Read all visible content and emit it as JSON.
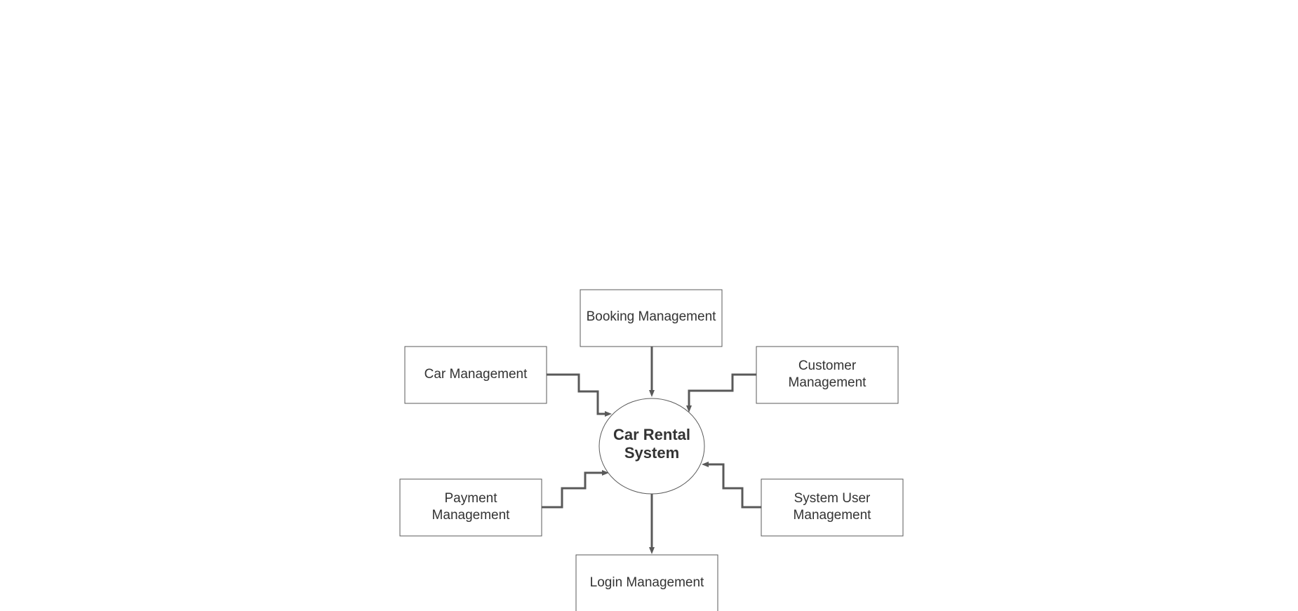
{
  "diagram": {
    "center": {
      "line1": "Car Rental",
      "line2": "System"
    },
    "nodes": {
      "booking": {
        "line1": "Booking Management"
      },
      "car": {
        "line1": "Car Management"
      },
      "customer": {
        "line1": "Customer",
        "line2": "Management"
      },
      "payment": {
        "line1": "Payment",
        "line2": "Management"
      },
      "system_user": {
        "line1": "System User",
        "line2": "Management"
      },
      "login": {
        "line1": "Login Management"
      }
    },
    "edges": [
      {
        "from": "booking",
        "to": "center"
      },
      {
        "from": "car",
        "to": "center"
      },
      {
        "from": "customer",
        "to": "center"
      },
      {
        "from": "payment",
        "to": "center"
      },
      {
        "from": "system_user",
        "to": "center"
      },
      {
        "from": "center",
        "to": "login"
      }
    ],
    "colors": {
      "stroke": "#5a5a5a",
      "connector": "#595959",
      "text": "#333333",
      "background": "#ffffff"
    }
  }
}
